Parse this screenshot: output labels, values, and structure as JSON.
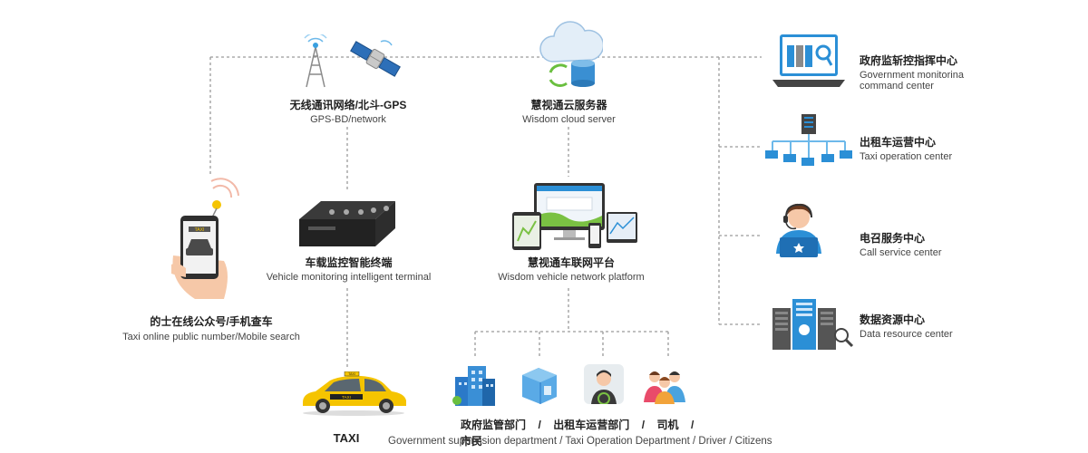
{
  "gps": {
    "cn": "无线通讯网络/北斗-GPS",
    "en": "GPS-BD/network"
  },
  "cloud": {
    "cn": "慧视通云服务器",
    "en": "Wisdom cloud server"
  },
  "phone": {
    "cn": "的士在线公众号/手机查车",
    "en": "Taxi online public number/Mobile search",
    "screen_text": "TAXI"
  },
  "terminal": {
    "cn": "车载监控智能终端",
    "en": "Vehicle monitoring intelligent terminal"
  },
  "platform": {
    "cn": "慧视通车联网平台",
    "en": "Wisdom vehicle network platform"
  },
  "taxi": {
    "label": "TAXI",
    "roof_text": "TAXI",
    "door_text": "TAXI"
  },
  "departments": {
    "cn": [
      "政府监管部门",
      "出租车运营部门",
      "司机",
      "市民"
    ],
    "separator": "/",
    "en": "Government supervision department / Taxi Operation Department / Driver / Citizens"
  },
  "centers": [
    {
      "cn": "政府监斩控指挥中心",
      "en1": "Government monitorina",
      "en2": "command center"
    },
    {
      "cn": "出租车运营中心",
      "en1": "Taxi operation center"
    },
    {
      "cn": "电召服务中心",
      "en1": "Call service center"
    },
    {
      "cn": "数据资源中心",
      "en1": "Data resource center"
    }
  ],
  "colors": {
    "line": "#999999",
    "accent_blue": "#2b8fd6",
    "taxi_yellow": "#f5c400"
  }
}
